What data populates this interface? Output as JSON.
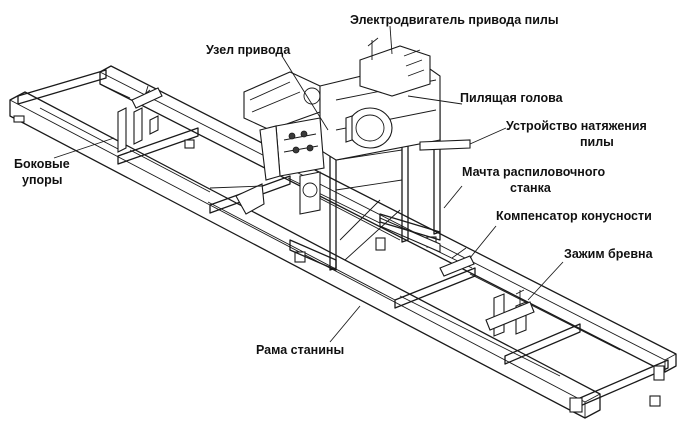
{
  "labels": {
    "motor": "Электродвигатель привода пилы",
    "drive_unit": "Узел привода",
    "saw_head": "Пилящая голова",
    "tension_line1": "Устройство натяжения",
    "tension_line2": "пилы",
    "side_stops_line1": "Боковые",
    "side_stops_line2": "упоры",
    "mast_line1": "Мачта распиловочного",
    "mast_line2": "станка",
    "taper_compensator": "Компенсатор конусности",
    "log_clamp": "Зажим бревна",
    "bed_frame": "Рама станины"
  }
}
